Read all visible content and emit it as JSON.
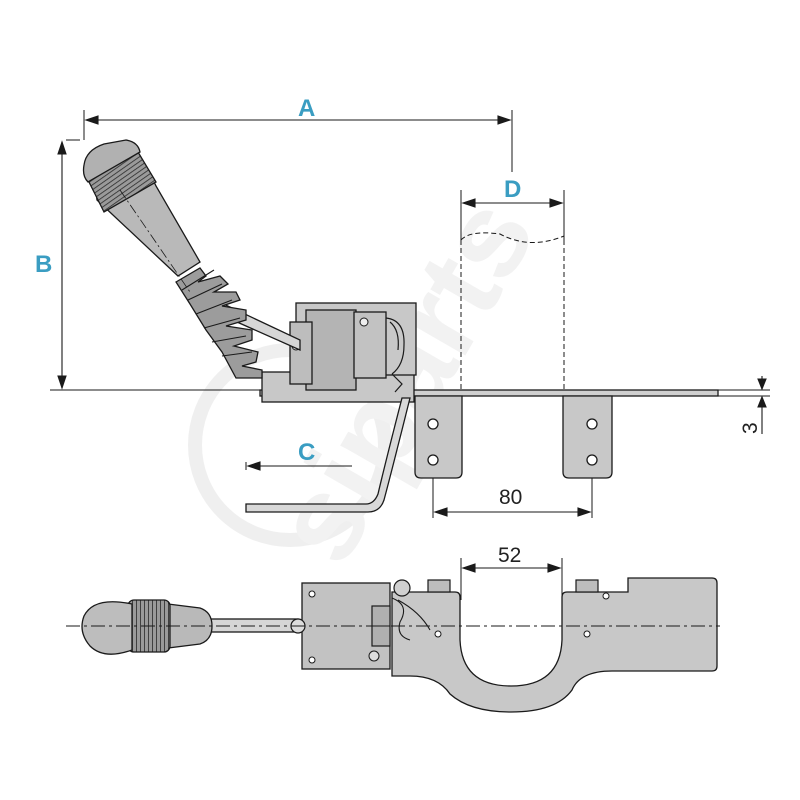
{
  "watermark": "siparts",
  "dimensions": {
    "A": "A",
    "B": "B",
    "C": "C",
    "D": "D",
    "plate_thickness": "3",
    "bracket_spacing": "80",
    "bottom_width": "52"
  },
  "colors": {
    "line": "#1a1a1a",
    "part_fill": "#c8c8c8",
    "part_fill_dark": "#a9a9a9",
    "dim_label": "#3a9dc2",
    "watermark": "#e6e6e6"
  }
}
